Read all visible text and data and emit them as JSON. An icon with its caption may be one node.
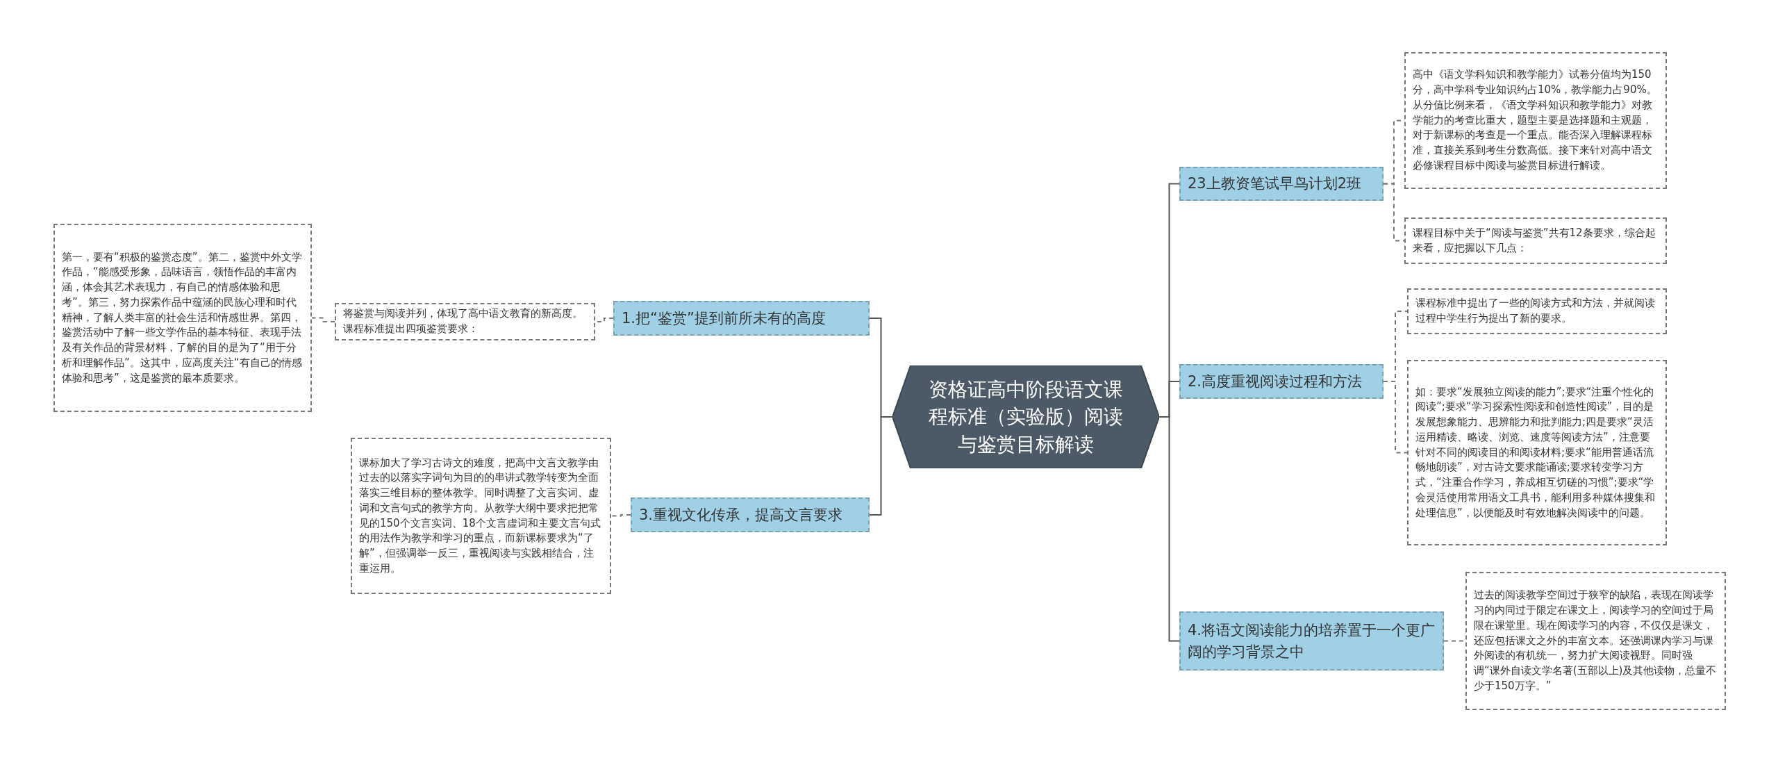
{
  "diagram": {
    "nodes": [
      {
        "text": [
          "资格证高中阶段语文课程标准（实验版）阅读与鉴赏目标解读"
        ]
      },
      {
        "text": [
          "1.把“鉴赏”提到前所未有的高度"
        ]
      },
      {
        "text": [
          "将鉴赏与阅读并列，体现了高中语文教育的新高度。课程标准提出四项鉴赏要求："
        ]
      },
      {
        "text": [
          "第一，要有“积极的鉴赏态度”。第二，鉴赏中外文学作品，“能感受形象，品味语言，领悟作品的丰富内涵，体会其艺术表现力，有自己的情感体验和思考”。第三，努力探索作品中蕴涵的民族心理和时代精神，了解人类丰富的社会生活和情感世界。第四，鉴赏活动中了解一些文学作品的基本特征、表现手法及有关作品的背景材料，了解的目的是为了“用于分析和理解作品”。这其中，应高度关注“有自己的情感体验和思考”，这是鉴赏的最本质要求。"
        ]
      },
      {
        "text": [
          "3.重视文化传承，提高文言要求"
        ]
      },
      {
        "text": [
          "课标加大了学习古诗文的难度，把高中文言文教学由过去的以落实字词句为目的的串讲式教学转变为全面落实三维目标的整体教学。同时调整了文言实词、虚词和文言句式的教学方向。从教学大纲中要求把把常见的150个文言实词、18个文言虚词和主要文言句式的用法作为教学和学习的重点，而新课标要求为“了解”，但强调举一反三，重视阅读与实践相结合，注重运用。"
        ]
      },
      {
        "text": [
          "23上教资笔试早鸟计划2班"
        ]
      },
      {
        "text": [
          "高中《语文学科知识和教学能力》试卷分值均为150分，高中学科专业知识约占10%，教学能力占90%。从分值比例来看，《语文学科知识和教学能力》对教学能力的考查比重大，题型主要是选择题和主观题，对于新课标的考查是一个重点。能否深入理解课程标准，直接关系到考生分数高低。接下来针对高中语文必修课程目标中阅读与鉴赏目标进行解读。"
        ]
      },
      {
        "text": [
          "课程目标中关于“阅读与鉴赏”共有12条要求，综合起来看，应把握以下几点："
        ]
      },
      {
        "text": [
          "2.高度重视阅读过程和方法"
        ]
      },
      {
        "text": [
          "课程标准中提出了一些的阅读方式和方法，并就阅读过程中学生行为提出了新的要求。"
        ]
      },
      {
        "text": [
          "如：要求“发展独立阅读的能力”;要求“注重个性化的阅读”;要求“学习探索性阅读和创造性阅读”，目的是发展想象能力、思辨能力和批判能力;四是要求“灵活运用精读、略读、浏览、速度等阅读方法”，注意要针对不同的阅读目的和阅读材料;要求“能用普通话流畅地朗读”，对古诗文要求能诵读;要求转变学习方式，“注重合作学习，养成相互切磋的习惯”;要求“学会灵活使用常用语文工具书，能利用多种媒体搜集和处理信息”，以便能及时有效地解决阅读中的问题。"
        ]
      },
      {
        "text": [
          "4.将语文阅读能力的培养置于一个更广阔的学习背景之中"
        ]
      },
      {
        "text": [
          "过去的阅读教学空间过于狭窄的缺陷，表现在阅读学习的内同过于限定在课文上，阅读学习的空间过于局限在课堂里。现在阅读学习的内容，不仅仅是课文，还应包括课文之外的丰富文本。还强调课内学习与课外阅读的有机统一，努力扩大阅读视野。同时强调“课外自读文学名著(五部以上)及其他读物，总量不少于150万字。”"
        ]
      }
    ],
    "edges": [
      {
        "from": 0,
        "to": 1,
        "arrow": "none"
      },
      {
        "from": 1,
        "to": 2,
        "arrow": "none",
        "style": "dashed"
      },
      {
        "from": 2,
        "to": 3,
        "arrow": "none",
        "style": "dashed"
      },
      {
        "from": 0,
        "to": 4,
        "arrow": "none"
      },
      {
        "from": 4,
        "to": 5,
        "arrow": "none",
        "style": "dashed"
      },
      {
        "from": 0,
        "to": 6,
        "arrow": "none"
      },
      {
        "from": 6,
        "to": 7,
        "arrow": "none",
        "style": "dashed"
      },
      {
        "from": 6,
        "to": 8,
        "arrow": "none",
        "style": "dashed"
      },
      {
        "from": 0,
        "to": 9,
        "arrow": "none"
      },
      {
        "from": 9,
        "to": 10,
        "arrow": "none",
        "style": "dashed"
      },
      {
        "from": 9,
        "to": 11,
        "arrow": "none",
        "style": "dashed"
      },
      {
        "from": 0,
        "to": 12,
        "arrow": "none"
      },
      {
        "from": 12,
        "to": 13,
        "arrow": "none",
        "style": "dashed"
      }
    ]
  }
}
